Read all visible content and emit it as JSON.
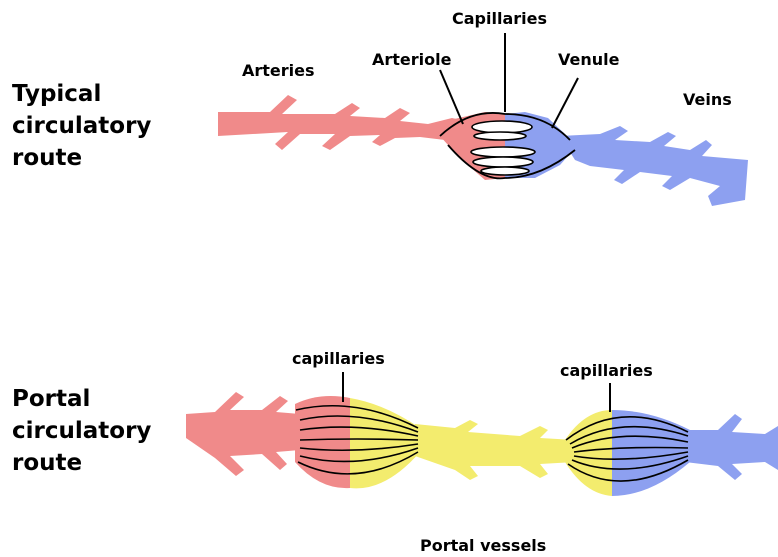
{
  "diagram": {
    "colors": {
      "artery": "#f08a8a",
      "vein": "#8da0f0",
      "portal": "#f3ec6e",
      "outline": "#000000",
      "background": "#ffffff"
    },
    "typical": {
      "title_lines": [
        "Typical",
        "circulatory",
        "route"
      ],
      "labels": {
        "arteries": "Arteries",
        "arteriole": "Arteriole",
        "capillaries": "Capillaries",
        "venule": "Venule",
        "veins": "Veins"
      }
    },
    "portal": {
      "title_lines": [
        "Portal",
        "circulatory",
        "route"
      ],
      "labels": {
        "capillaries_left": "capillaries",
        "capillaries_right": "capillaries",
        "portal_vessels": "Portal vessels"
      }
    }
  }
}
